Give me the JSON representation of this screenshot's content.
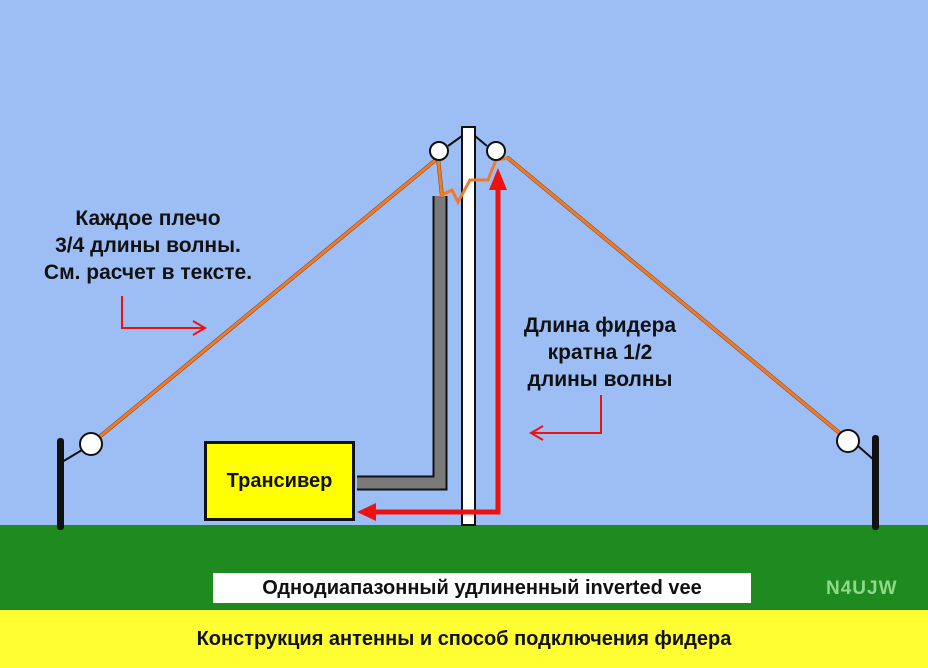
{
  "notes": {
    "element_length": [
      "Каждое плечо",
      "3/4 длины волны.",
      "См. расчет в тексте."
    ],
    "feeder_length": [
      "Длина фидера",
      "кратна 1/2",
      "длины волны"
    ]
  },
  "transceiver_label": "Трансивер",
  "subtitle": "Однодиапазонный удлиненный inverted vee",
  "callsign": "N4UJW",
  "footer_caption": "Конструкция антенны и способ подключения фидера",
  "colors": {
    "sky": "#9dbdf5",
    "ground": "#1f8a1f",
    "antenna_wire": "#f07a2a",
    "feeder_arrow": "#ee1111",
    "coax": "#7a7a7a",
    "transceiver": "#ffff00",
    "footer": "#fffe33"
  }
}
